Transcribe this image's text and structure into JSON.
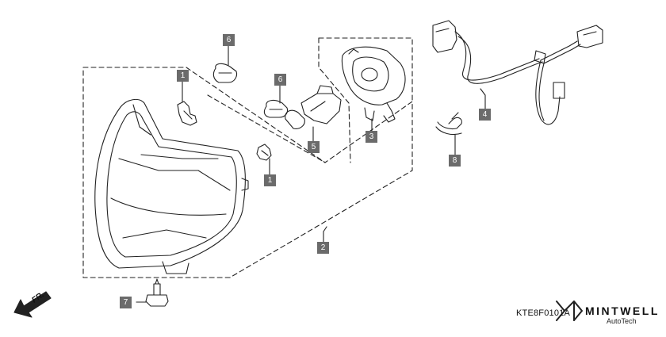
{
  "diagram": {
    "callouts": [
      {
        "id": "callout-1-top",
        "text": "1"
      },
      {
        "id": "callout-1-lower",
        "text": "1"
      },
      {
        "id": "callout-2",
        "text": "2"
      },
      {
        "id": "callout-3",
        "text": "3"
      },
      {
        "id": "callout-4",
        "text": "4"
      },
      {
        "id": "callout-5",
        "text": "5"
      },
      {
        "id": "callout-6-left",
        "text": "6"
      },
      {
        "id": "callout-6-right",
        "text": "6"
      },
      {
        "id": "callout-7",
        "text": "7"
      },
      {
        "id": "callout-8",
        "text": "8"
      }
    ],
    "catalog_code": "KTE8F0101A",
    "direction_label": "FR."
  },
  "branding": {
    "name": "MINTWELL",
    "subtitle": "AutoTech"
  },
  "colors": {
    "line": "#222222",
    "callout_bg": "#6b6b6b",
    "callout_text": "#ffffff"
  }
}
